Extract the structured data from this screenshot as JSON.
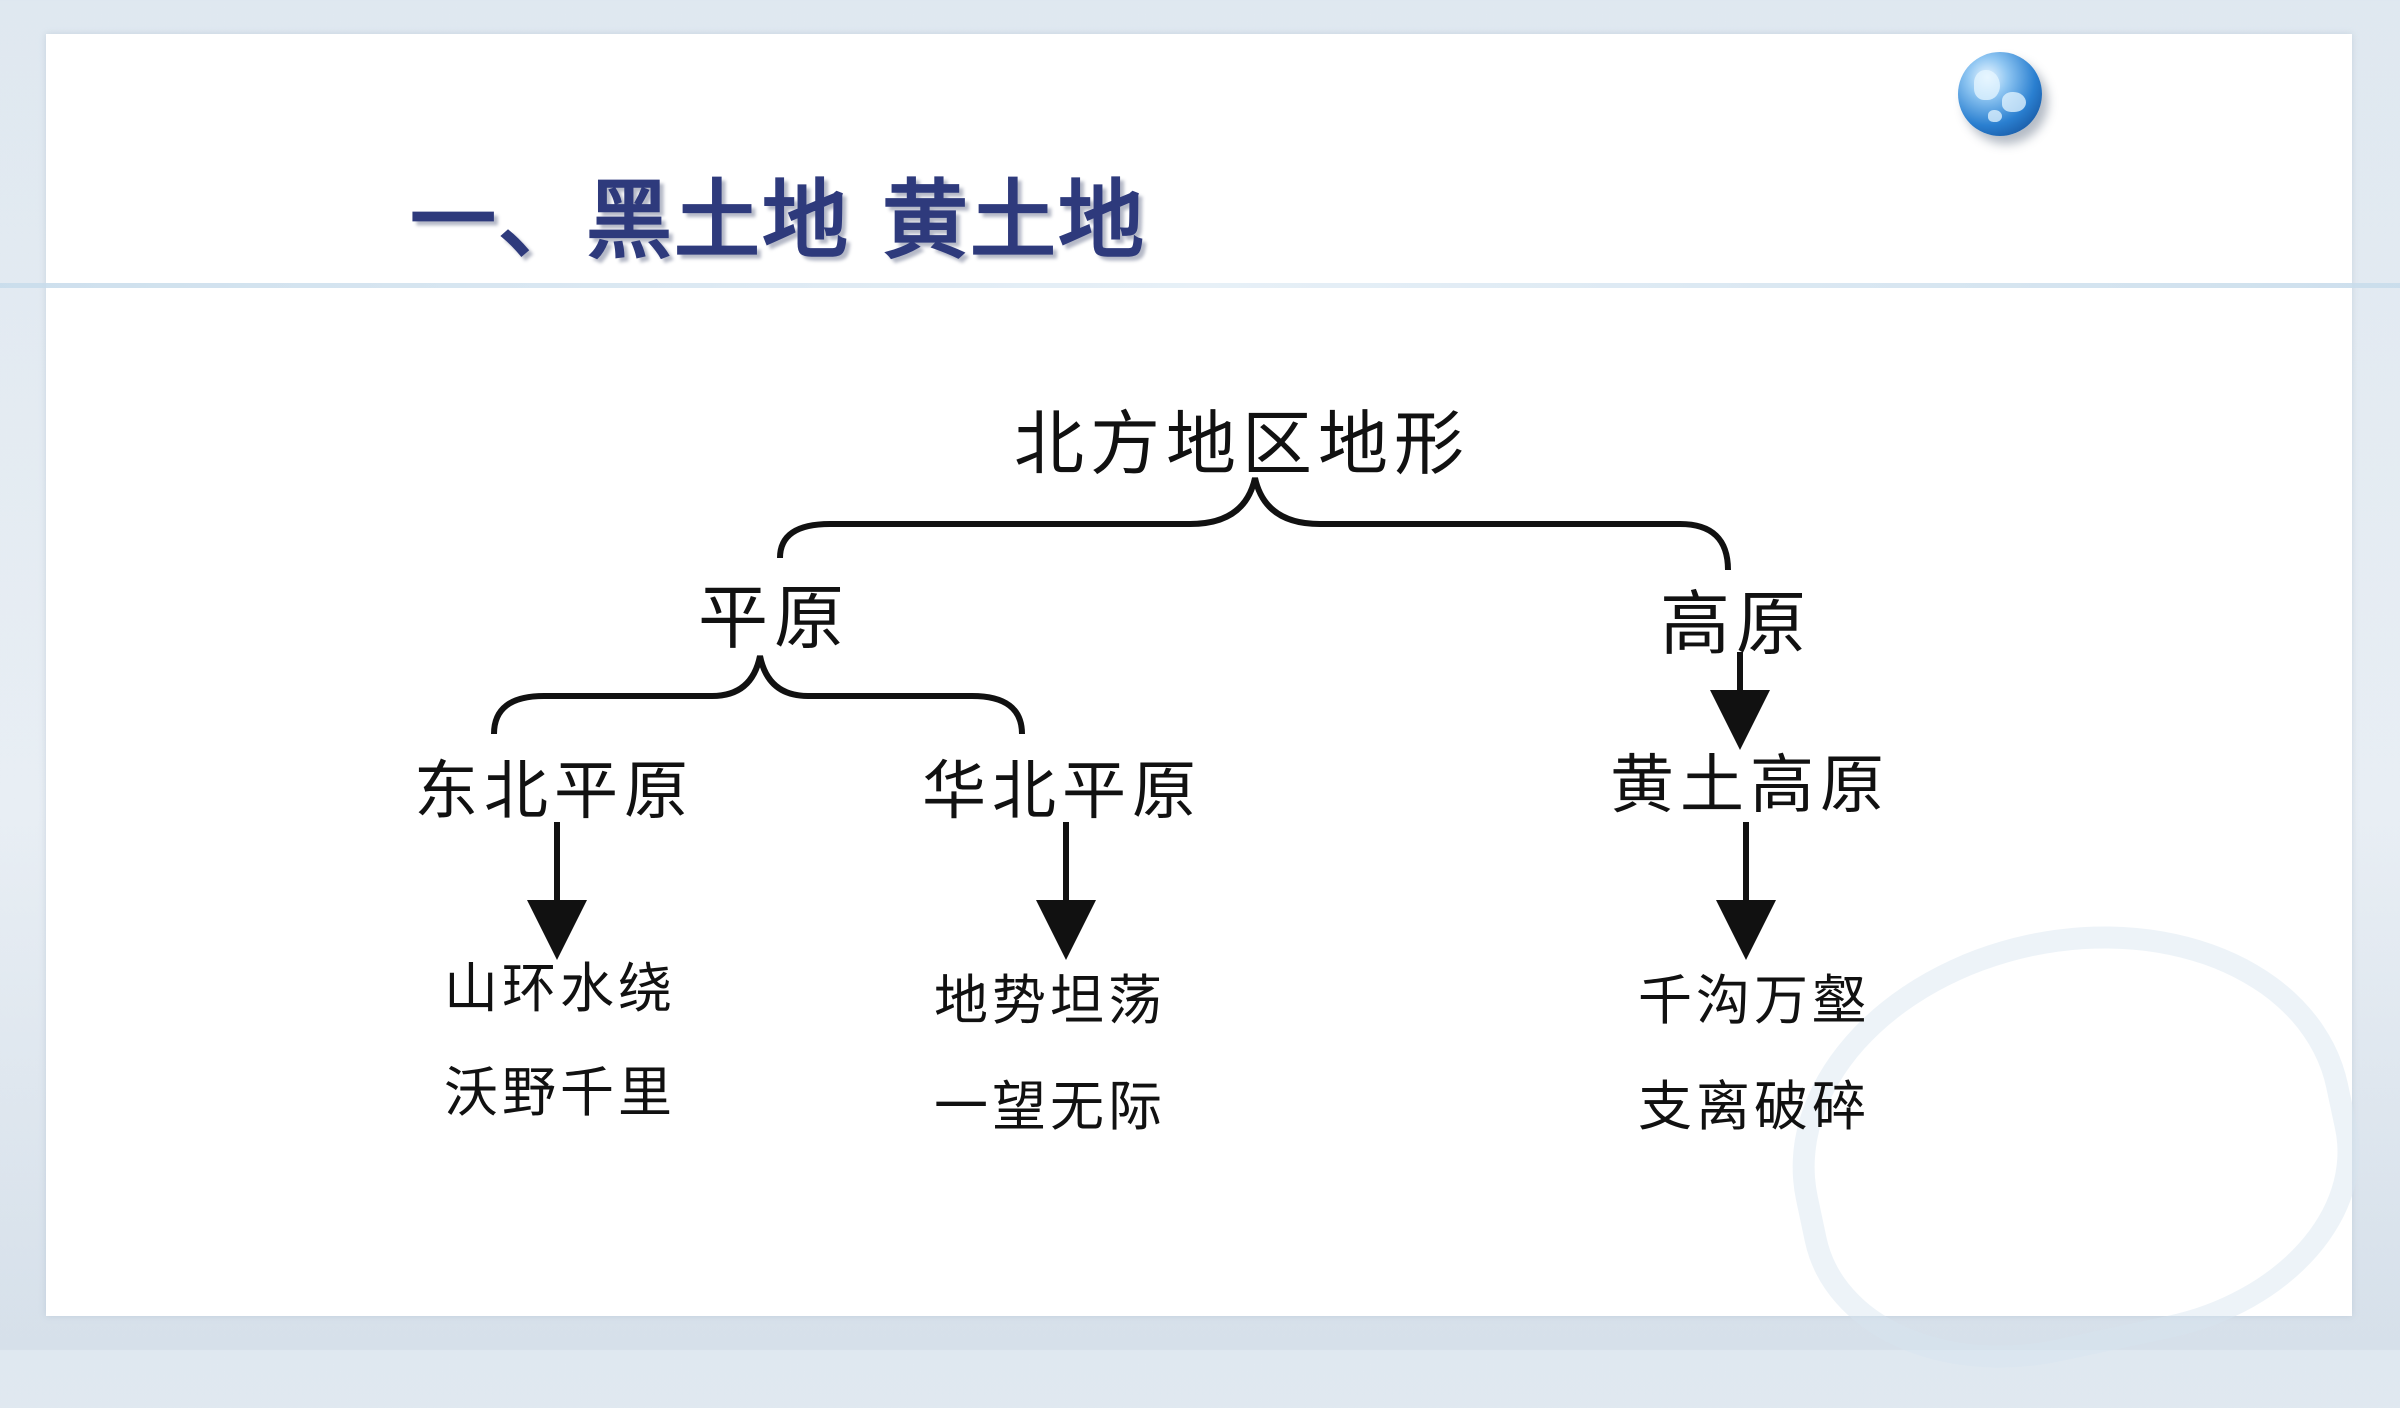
{
  "slide": {
    "title": "一、黑土地 黄土地"
  },
  "diagram": {
    "root": "北方地区地形",
    "branches": [
      {
        "label": "平原",
        "children": [
          {
            "label": "东北平原",
            "desc": [
              "山环水绕",
              "沃野千里"
            ]
          },
          {
            "label": "华北平原",
            "desc": [
              "地势坦荡",
              "一望无际"
            ]
          }
        ]
      },
      {
        "label": "高原",
        "children": [
          {
            "label": "黄土高原",
            "desc": [
              "千沟万壑",
              "支离破碎"
            ]
          }
        ]
      }
    ]
  },
  "colors": {
    "title": "#2e3a7c",
    "text": "#111111",
    "line": "#111111"
  },
  "icons": {
    "corner": "globe-icon",
    "background": "watermark-icon"
  }
}
